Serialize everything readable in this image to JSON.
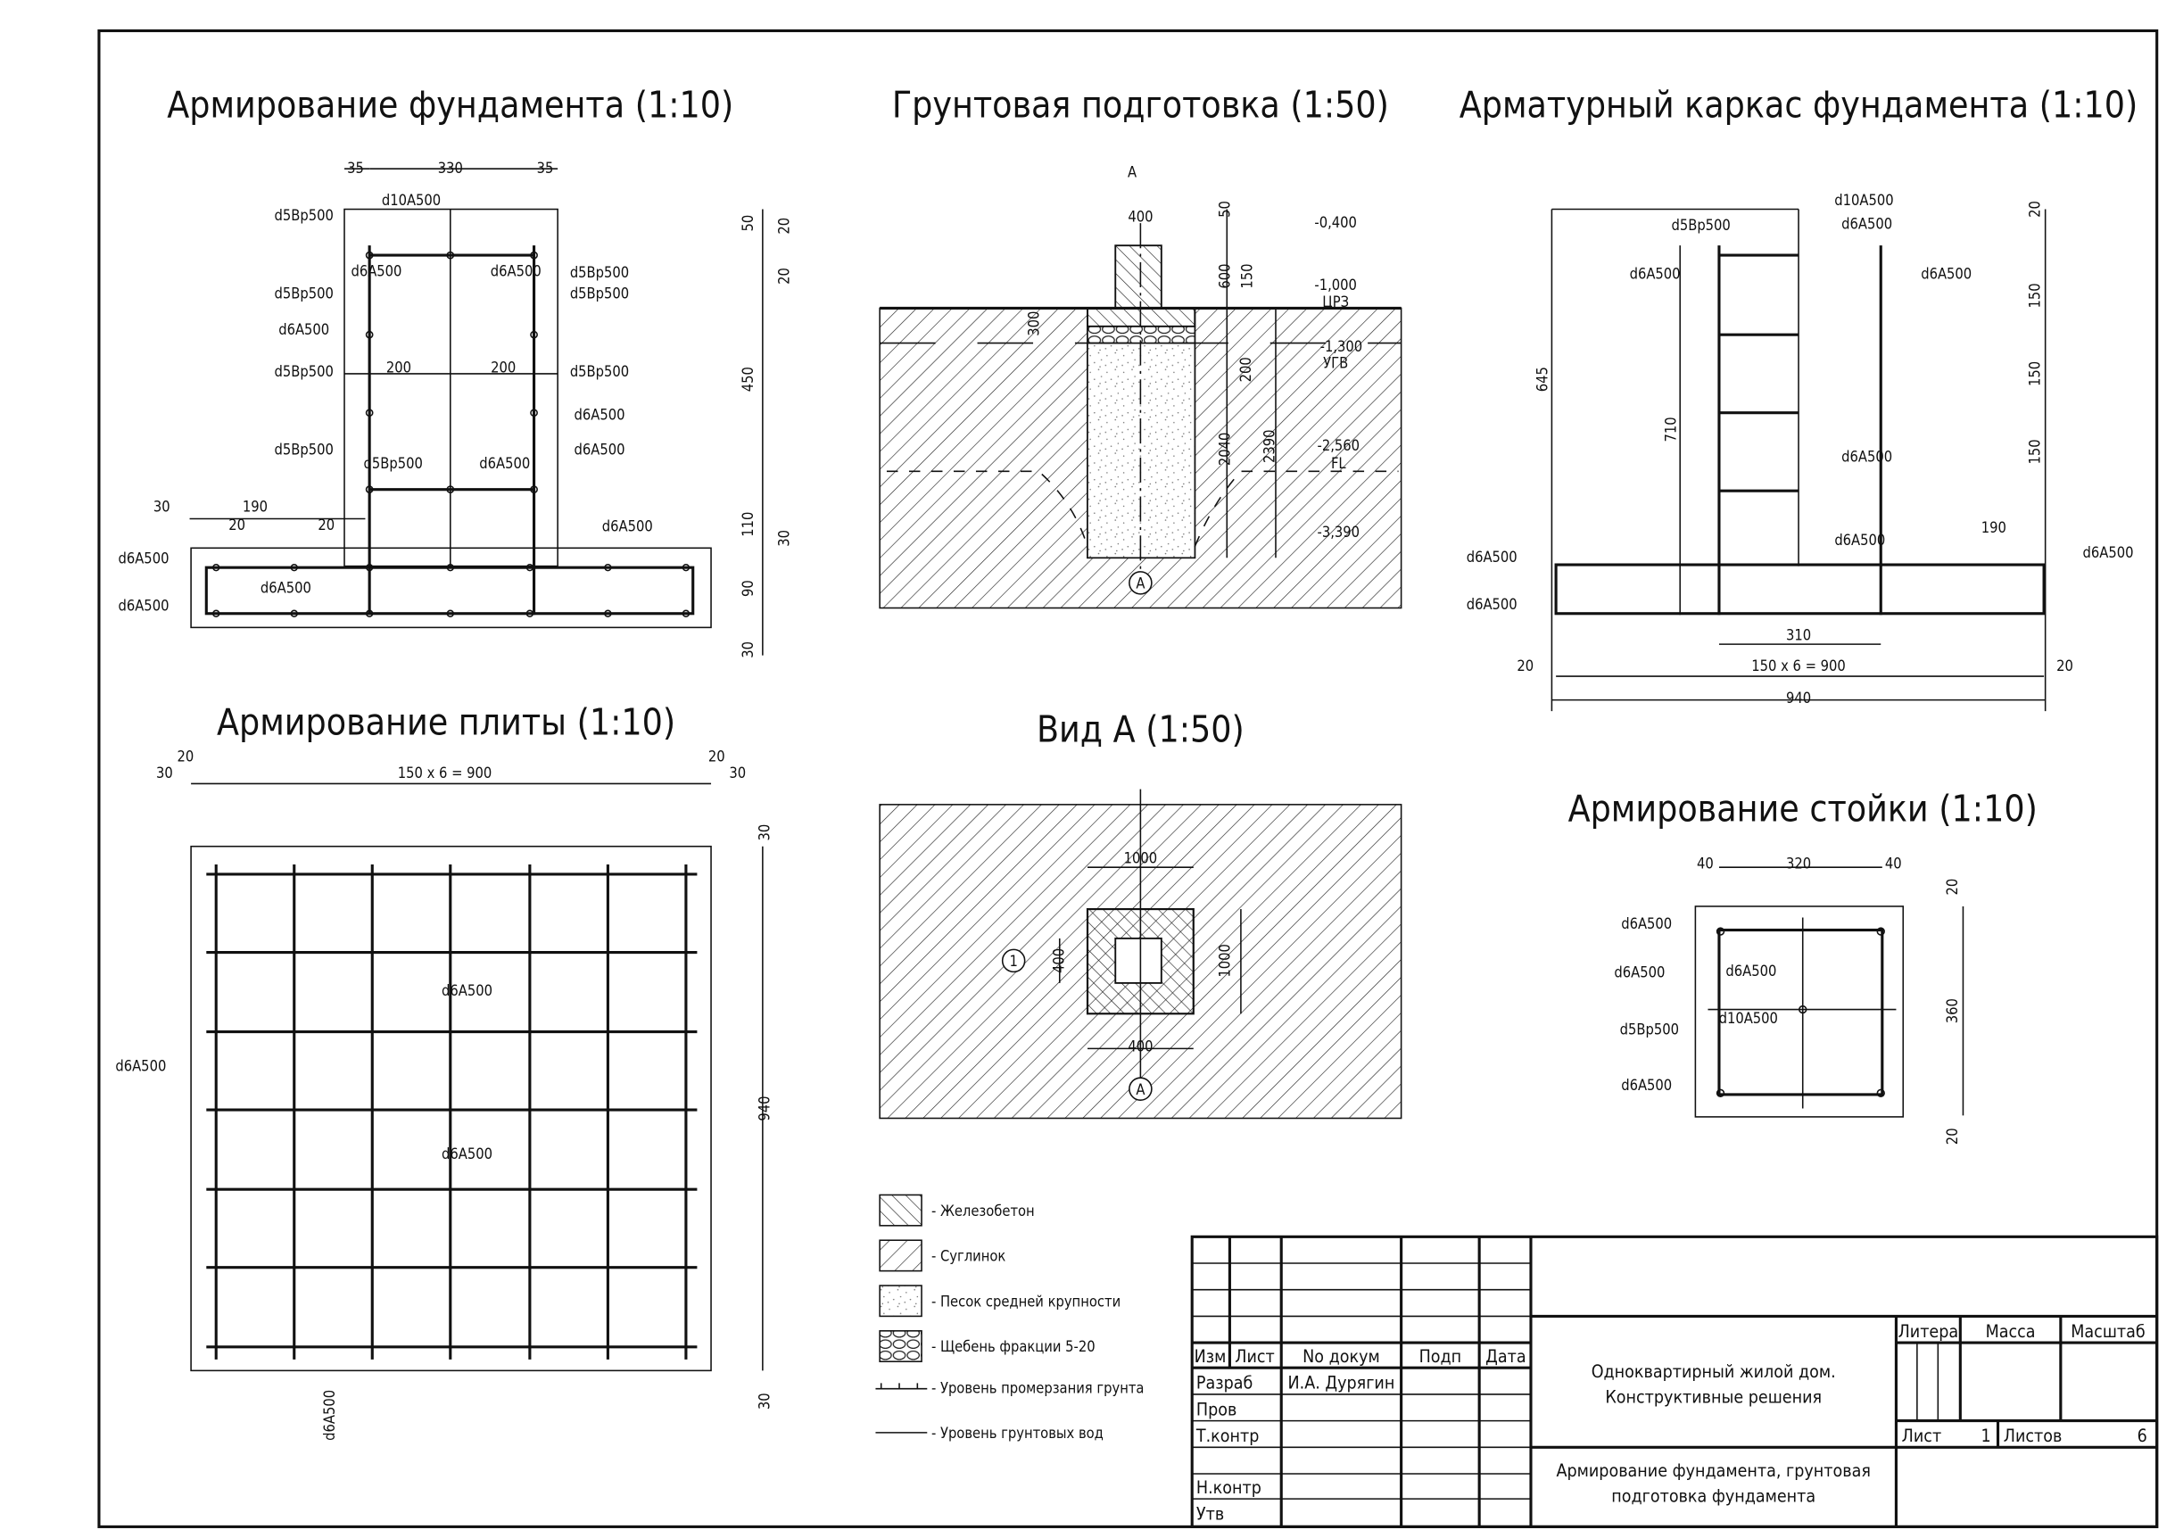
{
  "titles": {
    "foundation_reinforcement": "Армирование фундамента (1:10)",
    "soil_preparation": "Грунтовая подготовка (1:50)",
    "foundation_cage": "Арматурный каркас фундамента (1:10)",
    "slab_reinforcement": "Армирование плиты (1:10)",
    "view_a": "Вид А (1:50)",
    "post_reinforcement": "Армирование стойки (1:10)"
  },
  "foundation_labels": [
    "35",
    "330",
    "35",
    "d10A500",
    "d5Bp500",
    "d6A500",
    "d6A500",
    "d5Bp500",
    "d5Bp500",
    "d5Bp500",
    "d6A500",
    "d5Bp500",
    "200",
    "200",
    "d5Bp500",
    "d6A500",
    "d5Bp500",
    "d6A500",
    "d6A500",
    "d5Bp500",
    "50",
    "20",
    "20",
    "450",
    "110",
    "30",
    "90",
    "30",
    "30",
    "190",
    "20",
    "20",
    "d6A500",
    "d6A500",
    "d6A500",
    "d6A500"
  ],
  "soil_labels": [
    "А",
    "400",
    "50",
    "600",
    "150",
    "300",
    "200",
    "2040",
    "2390",
    "-0,400",
    "-1,000",
    "ЦРЗ",
    "-1,300",
    "УГВ",
    "-2,560",
    "FL",
    "-3,390",
    "А"
  ],
  "cage_labels": [
    "d10A500",
    "d5Bp500",
    "d6A500",
    "d6A500",
    "d6A500",
    "d6A500",
    "d6A500",
    "645",
    "710",
    "20",
    "150",
    "150",
    "150",
    "190",
    "d6A500",
    "d6A500",
    "d6A500",
    "310",
    "150 х 6 = 900",
    "20",
    "20",
    "940"
  ],
  "slab_labels": [
    "20",
    "30",
    "150 х 6 = 900",
    "20",
    "30",
    "30",
    "d6A500",
    "d6A500",
    "d6A500",
    "940",
    "30",
    "d6A500"
  ],
  "view_a_labels": [
    "1000",
    "400",
    "1000",
    "400",
    "1",
    "А"
  ],
  "post_labels": [
    "40",
    "320",
    "40",
    "20",
    "d6A500",
    "d6A500",
    "d6A500",
    "d10A500",
    "d5Bp500",
    "d6A500",
    "360",
    "20"
  ],
  "legend": [
    {
      "icon": "reinforced-concrete-hatch",
      "label": "- Железобетон"
    },
    {
      "icon": "loam-hatch",
      "label": "- Суглинок"
    },
    {
      "icon": "sand-hatch",
      "label": "- Песок средней крупности"
    },
    {
      "icon": "gravel-hatch",
      "label": "- Щебень фракции 5-20"
    },
    {
      "icon": "frost-line",
      "label": "- Уровень промерзания грунта"
    },
    {
      "icon": "groundwater-line",
      "label": "- Уровень грунтовых вод"
    }
  ],
  "title_block": {
    "headers": [
      "Изм",
      "Лист",
      "No докум",
      "Подп",
      "Дата"
    ],
    "roles": [
      "Разраб",
      "Пров",
      "Т.контр",
      "Н.контр",
      "Утв"
    ],
    "developer": "И.А. Дурягин",
    "project": [
      "Одноквартирный жилой дом.",
      "Конструктивные решения"
    ],
    "sheet_title": [
      "Армирование фундамента, грунтовая",
      "подготовка фундамента"
    ],
    "litera_label": "Литера",
    "mass_label": "Масса",
    "scale_label": "Масштаб",
    "sheet_label": "Лист",
    "sheet_number": "1",
    "sheets_label": "Листов",
    "sheets_total": "6"
  }
}
